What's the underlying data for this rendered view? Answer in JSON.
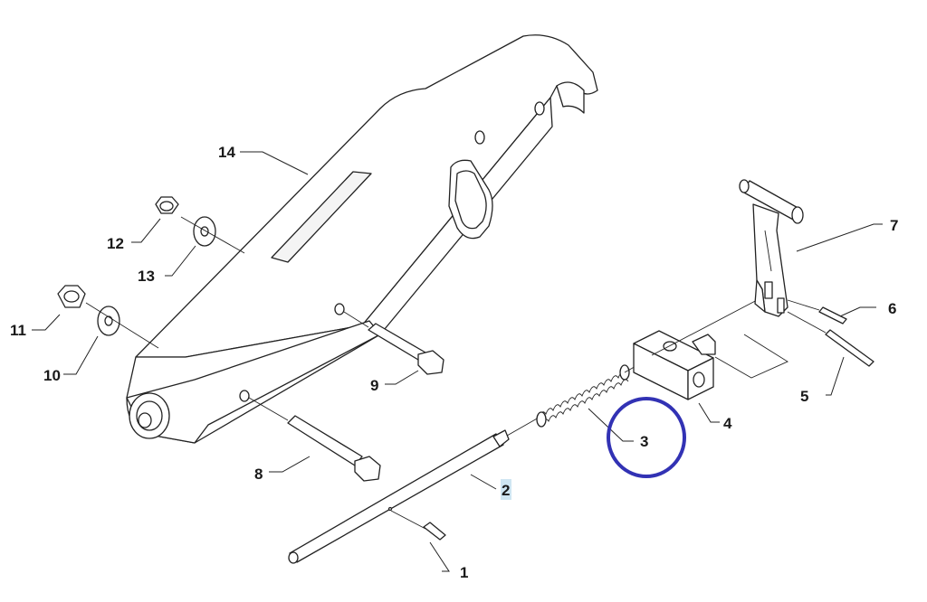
{
  "diagram": {
    "labels": {
      "p1": "1",
      "p2": "2",
      "p3": "3",
      "p4": "4",
      "p5": "5",
      "p6": "6",
      "p7": "7",
      "p8": "8",
      "p9": "9",
      "p10": "10",
      "p11": "11",
      "p12": "12",
      "p13": "13",
      "p14": "14"
    },
    "highlight": {
      "circled_part": "3",
      "circle_color": "#3232b4",
      "selected_part": "2",
      "selection_color": "#cfe6f2"
    }
  }
}
